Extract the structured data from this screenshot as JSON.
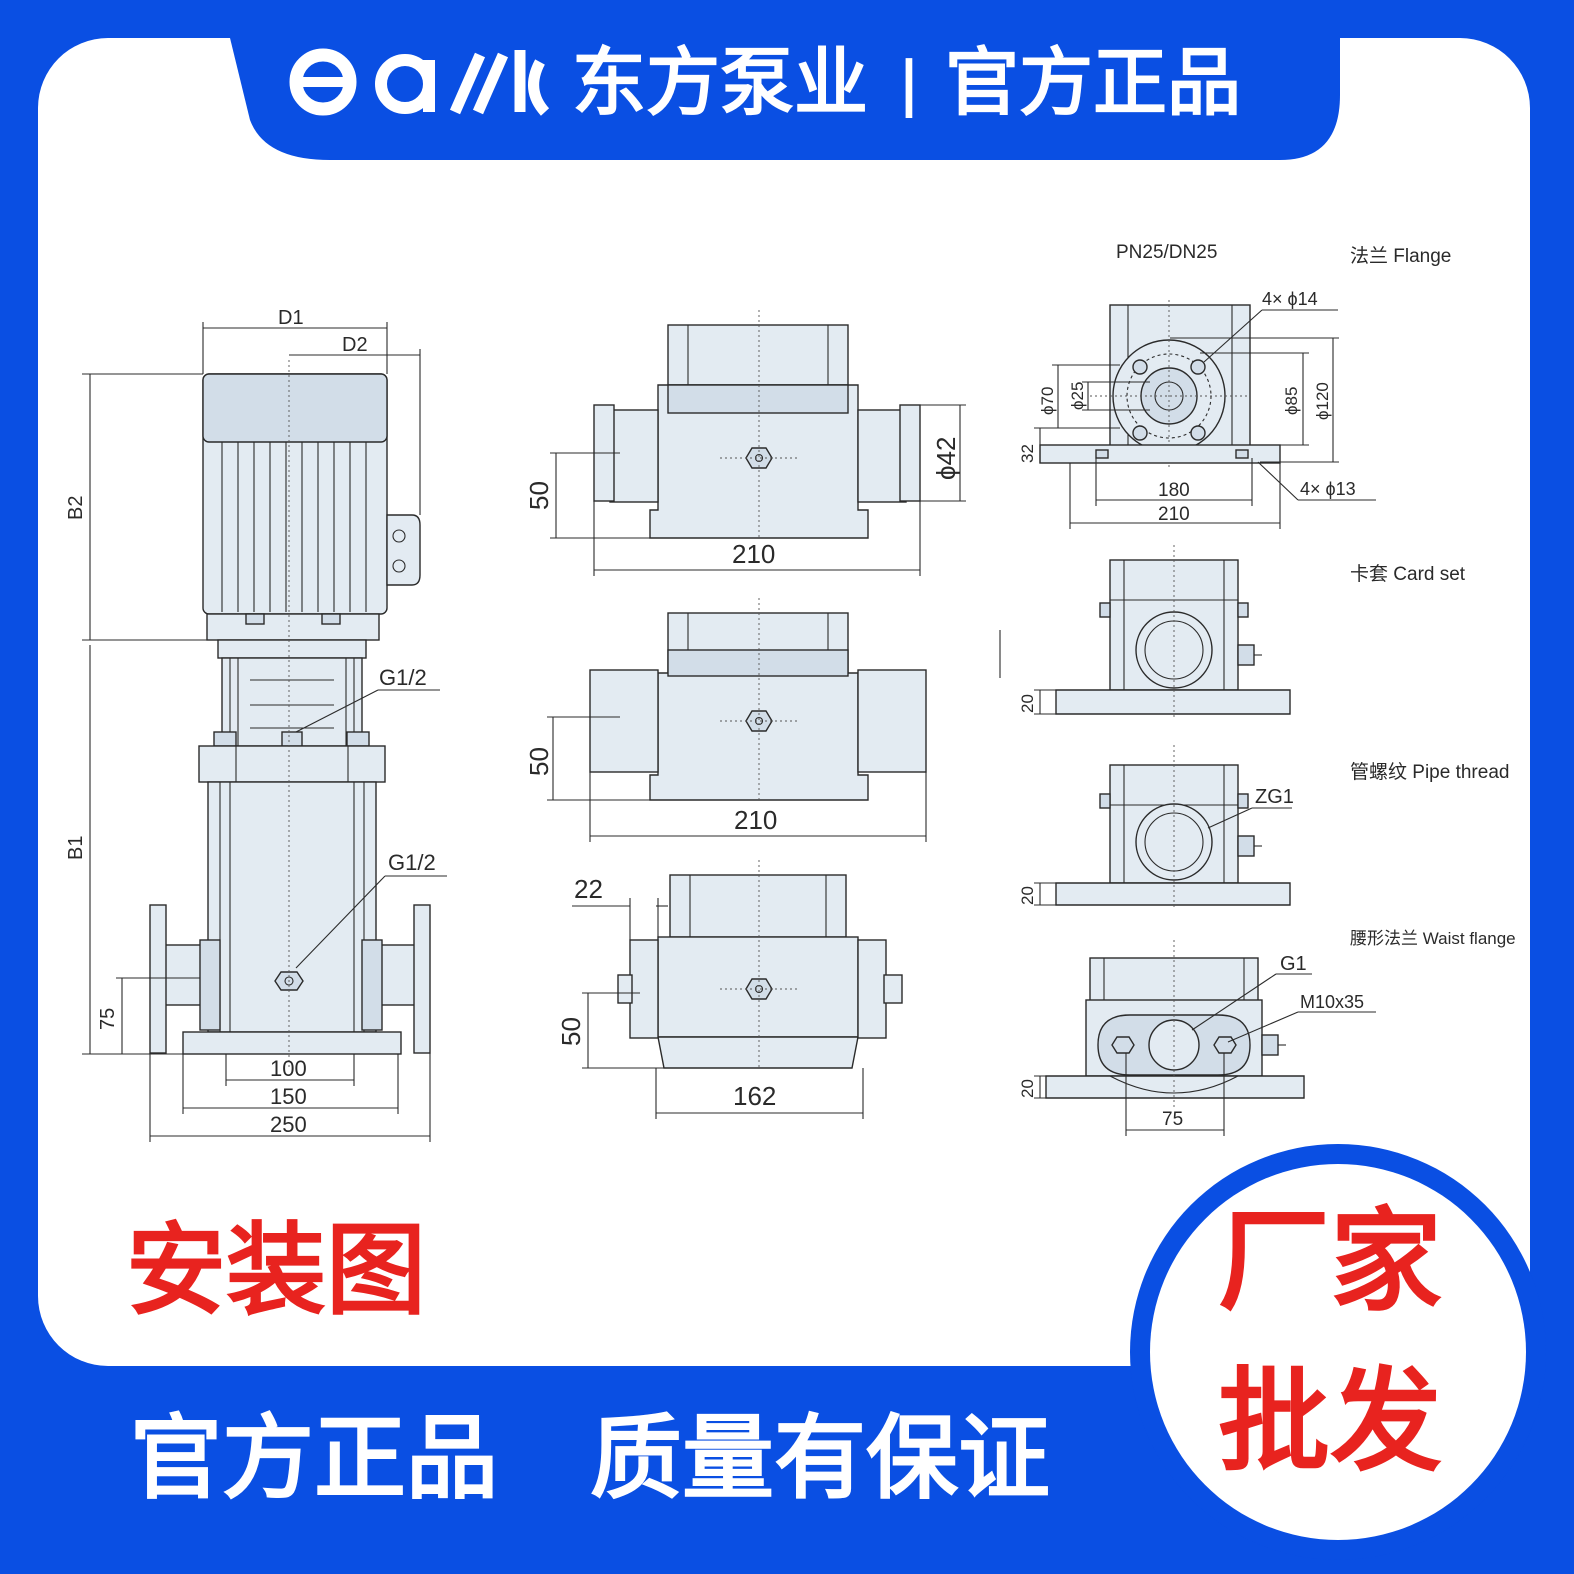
{
  "header": {
    "logo_text": "easc",
    "brand": "东方泵业",
    "separator": "|",
    "tagline": "官方正品"
  },
  "side_view": {
    "d1": "D1",
    "d2": "D2",
    "b1": "B1",
    "b2": "B2",
    "g_upper": "G1/2",
    "g_lower": "G1/2",
    "h75": "75",
    "w100": "100",
    "w150": "150",
    "w250": "250"
  },
  "center_views": {
    "flange_h50": "50",
    "flange_w210": "210",
    "flange_phi42": "ϕ42",
    "card_h50": "50",
    "card_w210": "210",
    "thread_w22": "22",
    "thread_h50": "50",
    "thread_w162": "162"
  },
  "flange_detail": {
    "pn_dn": "PN25/DN25",
    "title": "法兰 Flange",
    "holes_top": "4× ϕ14",
    "phi70": "ϕ70",
    "phi25": "ϕ25",
    "phi85": "ϕ85",
    "phi120": "ϕ120",
    "h32": "32",
    "w180": "180",
    "w210": "210",
    "holes_bottom": "4× ϕ13"
  },
  "card_set": {
    "title": "卡套 Card set",
    "h20": "20"
  },
  "pipe_thread": {
    "title": "管螺纹 Pipe thread",
    "zg": "ZG1",
    "h20": "20"
  },
  "waist_flange": {
    "title": "腰形法兰 Waist flange",
    "g1": "G1",
    "bolt": "M10x35",
    "h20": "20",
    "w75": "75"
  },
  "labels": {
    "install": "安装图",
    "genuine": "官方正品",
    "quality": "质量有保证",
    "badge_line1": "厂家",
    "badge_line2": "批发"
  },
  "colors": {
    "brand_blue": "#0a4fe3",
    "accent_red": "#e8231f",
    "panel": "#ffffff"
  }
}
